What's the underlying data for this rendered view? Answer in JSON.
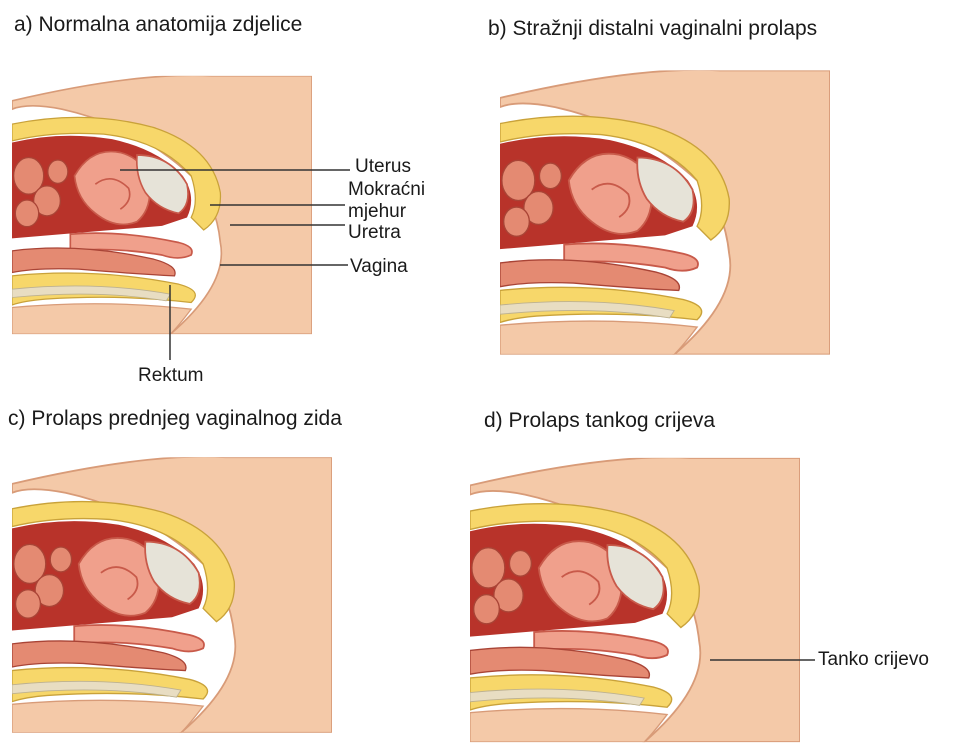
{
  "panels": {
    "a": {
      "title": "a) Normalna anatomija zdjelice"
    },
    "b": {
      "title": "b) Stražnji distalni vaginalni prolaps"
    },
    "c": {
      "title": "c) Prolaps prednjeg vaginalnog zida"
    },
    "d": {
      "title": "d) Prolaps tankog crijeva"
    }
  },
  "labels": {
    "uterus": "Uterus",
    "bladder_line1": "Mokraćni",
    "bladder_line2": "mjehur",
    "urethra": "Uretra",
    "vagina": "Vagina",
    "rectum": "Rektum",
    "small_intestine": "Tanko crijevo"
  },
  "colors": {
    "skin": "#f4c9a8",
    "skin_edge": "#d89b78",
    "fat": "#f7d76a",
    "cavity": "#b8332a",
    "intestine": "#e48a72",
    "organ": "#f0a08c",
    "organ_dark": "#c85a4a",
    "bone": "#e8ddc2",
    "bladder": "#e6e3d8"
  }
}
